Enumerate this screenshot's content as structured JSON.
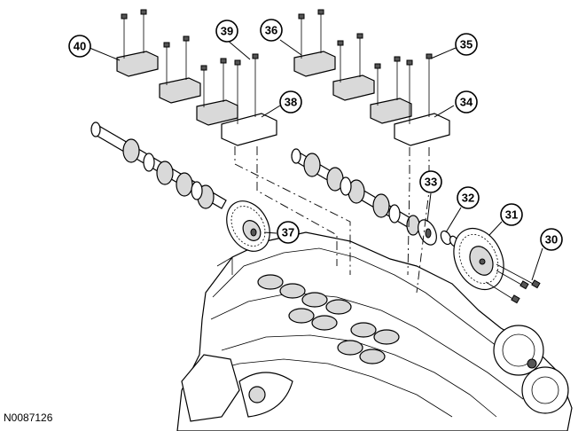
{
  "figure_id": "N0087126",
  "callouts": [
    "30",
    "31",
    "32",
    "33",
    "34",
    "35",
    "36",
    "37",
    "38",
    "39",
    "40"
  ],
  "icons": [
    "bolt-icon",
    "camshaft-bearing-cap-icon",
    "camshaft-icon",
    "camshaft-sprocket-icon",
    "vct-unit-icon",
    "cylinder-head-icon"
  ]
}
